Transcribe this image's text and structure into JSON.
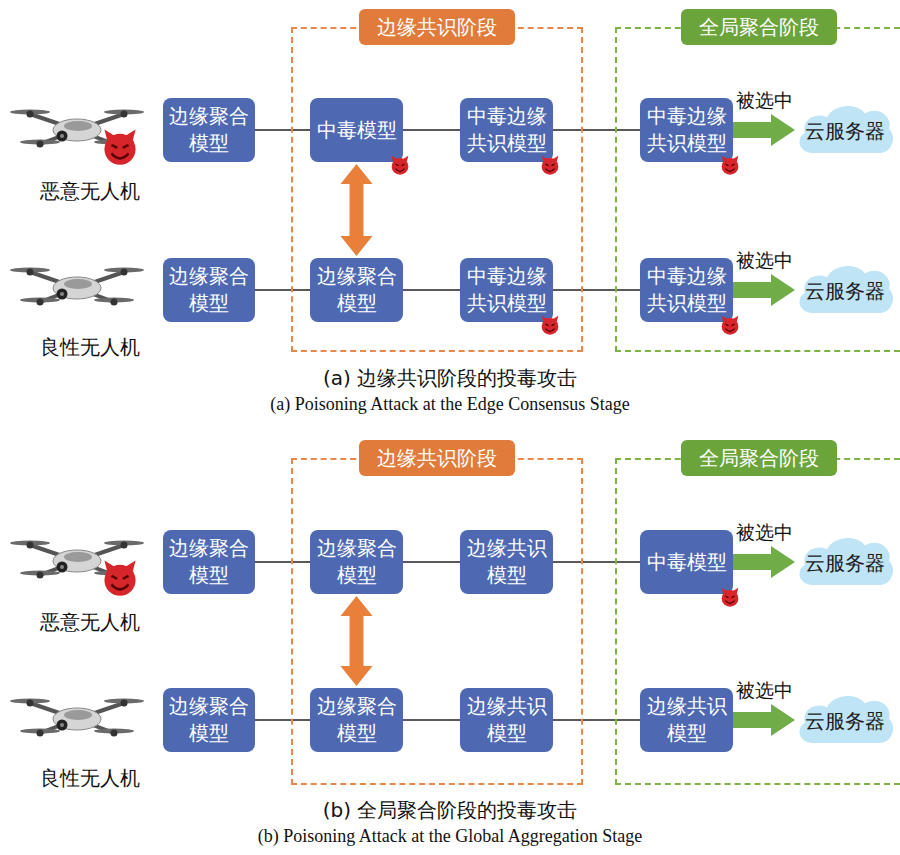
{
  "diagram": {
    "nodes": [
      {
        "text": [
          "边缘共识阶段"
        ]
      },
      {
        "text": [
          "全局聚合阶段"
        ]
      },
      {
        "text": [
          "边缘聚合模型"
        ]
      },
      {
        "text": [
          "中毒模型"
        ],
        "in": 0
      },
      {
        "text": [
          "中毒边缘共识模型"
        ],
        "in": 0
      },
      {
        "text": [
          "中毒边缘共识模型"
        ],
        "in": 1
      },
      {
        "text": [
          "云服务器"
        ],
        "in": 1
      },
      {
        "text": [
          "边缘聚合模型"
        ]
      },
      {
        "text": [
          "边缘聚合模型"
        ],
        "in": 0
      },
      {
        "text": [
          "中毒边缘共识模型"
        ],
        "in": 0
      },
      {
        "text": [
          "中毒边缘共识模型"
        ],
        "in": 1
      },
      {
        "text": [
          "云服务器"
        ],
        "in": 1
      },
      {
        "text": [
          "边缘共识阶段"
        ]
      },
      {
        "text": [
          "全局聚合阶段"
        ]
      },
      {
        "text": [
          "边缘聚合模型"
        ]
      },
      {
        "text": [
          "边缘聚合模型"
        ],
        "in": 12
      },
      {
        "text": [
          "边缘共识模型"
        ],
        "in": 12
      },
      {
        "text": [
          "中毒模型"
        ],
        "in": 13
      },
      {
        "text": [
          "云服务器"
        ],
        "in": 13
      },
      {
        "text": [
          "边缘聚合模型"
        ]
      },
      {
        "text": [
          "边缘聚合模型"
        ],
        "in": 12
      },
      {
        "text": [
          "边缘共识模型"
        ],
        "in": 12
      },
      {
        "text": [
          "边缘共识模型"
        ],
        "in": 13
      },
      {
        "text": [
          "云服务器"
        ],
        "in": 13
      }
    ],
    "edges": [
      {
        "from": 2,
        "to": 3,
        "arrow": "none"
      },
      {
        "from": 3,
        "to": 4,
        "arrow": "none"
      },
      {
        "from": 4,
        "to": 5,
        "arrow": "none"
      },
      {
        "from": 5,
        "to": 6,
        "label": "被选中",
        "arrow": "to"
      },
      {
        "from": 7,
        "to": 8,
        "arrow": "none"
      },
      {
        "from": 8,
        "to": 9,
        "arrow": "none"
      },
      {
        "from": 9,
        "to": 10,
        "arrow": "none"
      },
      {
        "from": 10,
        "to": 11,
        "label": "被选中",
        "arrow": "to"
      },
      {
        "from": 3,
        "to": 8,
        "arrow": "both"
      },
      {
        "from": 14,
        "to": 15,
        "arrow": "none"
      },
      {
        "from": 15,
        "to": 16,
        "arrow": "none"
      },
      {
        "from": 16,
        "to": 17,
        "arrow": "none"
      },
      {
        "from": 17,
        "to": 18,
        "label": "被选中",
        "arrow": "to"
      },
      {
        "from": 19,
        "to": 20,
        "arrow": "none"
      },
      {
        "from": 20,
        "to": 21,
        "arrow": "none"
      },
      {
        "from": 21,
        "to": 22,
        "arrow": "none"
      },
      {
        "from": 22,
        "to": 23,
        "label": "被选中",
        "arrow": "to"
      },
      {
        "from": 15,
        "to": 20,
        "arrow": "both"
      }
    ],
    "labels": [
      "恶意无人机",
      "良性无人机",
      "(a) 边缘共识阶段的投毒攻击",
      "(a) Poisoning Attack at the Edge Consensus Stage",
      "恶意无人机",
      "良性无人机",
      "(b) 全局聚合阶段的投毒攻击",
      "(b) Poisoning Attack at the Global Aggregation Stage"
    ]
  }
}
